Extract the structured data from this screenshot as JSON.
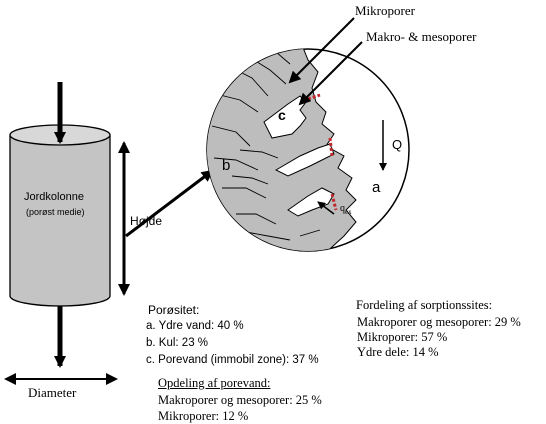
{
  "column": {
    "title": "Jordkolonne",
    "subtitle": "(porøst medie)",
    "height_label": "Højde",
    "diameter_label": "Diameter"
  },
  "magnified": {
    "callout_micro": "Mikroporer",
    "callout_macro": "Makro- & mesoporer",
    "label_c": "c",
    "label_b": "b",
    "label_a": "a",
    "flow_label": "Q",
    "q_symbol": "q",
    "q_subscript": "ex"
  },
  "porosity": {
    "heading": "Porøsitet:",
    "items": [
      {
        "letter": "a.",
        "text": "Ydre vand: 40 %"
      },
      {
        "letter": "b.",
        "text": "Kul: 23 %"
      },
      {
        "letter": "c.",
        "text": "Porevand (immobil zone): 37 %"
      }
    ]
  },
  "porewater": {
    "heading": "Opdeling af porevand:",
    "lines": [
      "Makroporer og mesoporer: 25 %",
      "Mikroporer: 12 %"
    ]
  },
  "sorption": {
    "heading": "Fordeling af sorptionssites:",
    "lines": [
      "Makroporer og mesoporer: 29 %",
      "Mikroporer: 57 %",
      "Ydre dele: 14 %"
    ]
  },
  "colors": {
    "grain": "#bdbdbd",
    "outline": "#000000",
    "interface": "#c0282c",
    "background": "#ffffff"
  }
}
